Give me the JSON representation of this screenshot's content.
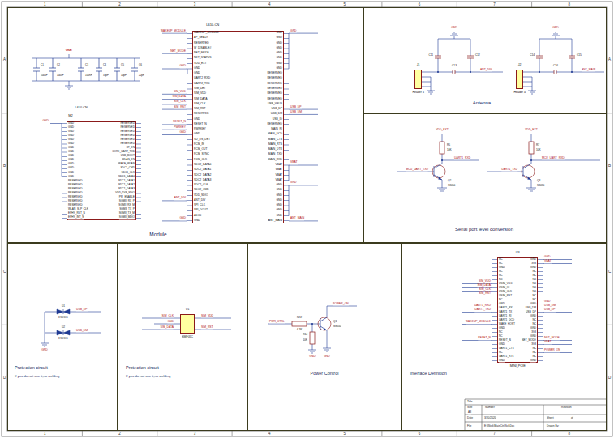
{
  "diagram": {
    "nodes": [
      {
        "text": [
          "Module"
        ]
      },
      {
        "text": [
          "L610-CN",
          "M2"
        ],
        "in": 0
      },
      {
        "text": [
          "L610-CN"
        ],
        "in": 0
      },
      {
        "text": [
          "Antenna"
        ]
      },
      {
        "text": [
          "J1",
          "Header 4"
        ],
        "in": 3
      },
      {
        "text": [
          "J2",
          "Header 4"
        ],
        "in": 3
      },
      {
        "text": [
          "Serial port level conversion"
        ]
      },
      {
        "text": [
          "Protection circuit",
          "If you do not use it,no welding"
        ]
      },
      {
        "text": [
          "Protection circuit",
          "If you do not use it,no welding"
        ]
      },
      {
        "text": [
          "U1",
          "SMF05C"
        ],
        "in": 8
      },
      {
        "text": [
          "Power Control"
        ]
      },
      {
        "text": [
          "Interface Definition"
        ]
      },
      {
        "text": [
          "U3",
          "MINI_PCIE"
        ],
        "in": 11
      }
    ],
    "labels": [
      "1",
      "2",
      "3",
      "4",
      "5",
      "6",
      "7",
      "8",
      "1",
      "2",
      "3",
      "4",
      "5",
      "6",
      "7",
      "8",
      "A",
      "B",
      "C",
      "D",
      "A",
      "B",
      "C",
      "D",
      "VBAT",
      "C1",
      "100uF",
      "C2",
      "100uF",
      "C3",
      "100nF",
      "C4",
      "33pF",
      "C5",
      "10pF",
      "C6",
      "22pF",
      "GND",
      "WAKEUP_MODULE",
      "NET_MODE",
      "GND",
      "SIM_VDD",
      "SIM_DATA",
      "SIM_CLK",
      "SIM_RST",
      "RESET_N",
      "PWRKEY",
      "GND",
      "ANT_DIV",
      "GND",
      "GND",
      "USB_DP",
      "USB_DM",
      "VBAT",
      "GND",
      "ANT_MAIN",
      "GND",
      "C11",
      "C12",
      "C13",
      "ANT_DIV",
      "GND",
      "C14",
      "C15",
      "C16",
      "ANT_MAIN",
      "VDD_EXT",
      "R5",
      "10K",
      "UART1_RXD",
      "MCU_UART_TXD",
      "Q2",
      "S8050",
      "VDD_EXT",
      "R7",
      "10K",
      "MCU_UART_RXD",
      "UART1_TXD",
      "Q3",
      "S8050",
      "D1",
      "ESD5V0",
      "USB_DP",
      "D2",
      "ESD5V0",
      "USB_DM",
      "GND",
      "SIM_CLK",
      "GND",
      "SIM_DATA",
      "SIM_VDD",
      "SIM_RST",
      "PWR_CTRL",
      "R22",
      "4.7K",
      "R14",
      "10K",
      "Q1",
      "S8050",
      "POWER_ON",
      "GND",
      "GND",
      "SIM_VDD",
      "SIM_DATA",
      "SIM_CLK",
      "SIM_RST",
      "UART1_RXD",
      "UART1_TXD",
      "WAKEUP_MODULE",
      "RESET_N",
      "GND",
      "VBAT",
      "GND",
      "USB_DM",
      "USB_DP",
      "NET_MODE",
      "VBAT",
      "POWER_ON",
      "Title",
      "Size",
      "Number",
      "Revision",
      "A3",
      "Date",
      "3/20/2020",
      "Sheet",
      "of",
      "File",
      "E:\\Work\\MainCtrl.SchDoc",
      "Drawn By:",
      "GND",
      "GND",
      "GND",
      "GND",
      "GND",
      "GND",
      "GND",
      "GND",
      "GND",
      "GND",
      "GND",
      "GND",
      "GND",
      "GND",
      "RESERVED",
      "RESERVED",
      "RESERVED",
      "RESERVED",
      "RESERVED",
      "RESERVED",
      "RESERVED",
      "WLAN_SLP_CLK",
      "EPHY_RST_N",
      "EPHY_INT_N",
      "RESERVED",
      "RESERVED",
      "RESERVED",
      "RESERVED",
      "RESERVED",
      "RESERVED",
      "BT_EN",
      "CORE_UART_TXD",
      "USB_BOOT",
      "WLAN_EN",
      "WAKE_WLAN",
      "SDC1_CMD",
      "SDC1_CLK",
      "SDC1_DATA0",
      "SDC1_DATA1",
      "SDC1_DATA2",
      "SDC1_DATA3",
      "VDD_1V8_SDIO",
      "PM_ENABLE",
      "SGMII_RX_P",
      "SGMII_RX_M",
      "SGMII_TX_P",
      "SGMII_TX_M",
      "SGMII_MDIO",
      "WAKEUP_MODULE",
      "AP_READY",
      "RESERVED",
      "W_DISABLE#",
      "NET_MODE",
      "NET_STATUS",
      "VDD_EXT",
      "GND",
      "GND",
      "UART2_RXD",
      "UART2_TXD",
      "SIM_DET",
      "SIM_VDD",
      "SIM_DATA",
      "SIM_CLK",
      "SIM_RST",
      "RESERVED",
      "GND",
      "RESET_N",
      "PWRKEY",
      "GND",
      "SD_DS_DET",
      "PCM_IN",
      "PCM_OUT",
      "PCM_SYNC",
      "PCM_CLK",
      "SDC2_DATA0",
      "SDC2_DATA1",
      "SDC2_DATA2",
      "SDC2_DATA3",
      "SDC2_CLK",
      "SDC2_CMD",
      "VDD_SDIO",
      "ANT_DIV",
      "SPI_CLK",
      "SPI_DOUT",
      "ADC0",
      "GND",
      "GND",
      "GND",
      "GND",
      "GND",
      "GND",
      "GND",
      "GND",
      "GND",
      "RESERVED",
      "RESERVED",
      "RESERVED",
      "RESERVED",
      "RESERVED",
      "RESERVED",
      "USB_VBUS",
      "USB_DP",
      "USB_DM",
      "USB_ID",
      "RESERVED",
      "MAIN_RI",
      "MAIN_DCD",
      "MAIN_CTS",
      "MAIN_RTS",
      "MAIN_DTR",
      "MAIN_TXD",
      "MAIN_RXD",
      "VBAT",
      "VBAT",
      "VBAT",
      "VBAT",
      "GND",
      "GND",
      "GND",
      "GND",
      "GND",
      "GND",
      "GND",
      "ANT_MAIN",
      "NC",
      "NC",
      "GND",
      "NC",
      "NC",
      "NC",
      "USIM_VCC",
      "USIM_IO",
      "USIM_CLK",
      "USIM_RST",
      "NC",
      "GND",
      "UART1_RX",
      "UART1_TX",
      "UART1_RI",
      "UART1_DCD",
      "WAKE_HOST",
      "GND",
      "NC",
      "NC",
      "RESET_N",
      "GND",
      "UART1_CTS",
      "NC",
      "UART1_RTS",
      "GND",
      "GND",
      "3V3",
      "GND",
      "NC",
      "NC",
      "NC",
      "NC",
      "NC",
      "NC",
      "NC",
      "NC",
      "GND",
      "USB_DM",
      "USB_DP",
      "GND",
      "NC",
      "NC",
      "GND",
      "3V3",
      "GND",
      "NET_MODE",
      "3V3",
      "NC",
      "NC",
      "NC",
      "GND"
    ]
  }
}
